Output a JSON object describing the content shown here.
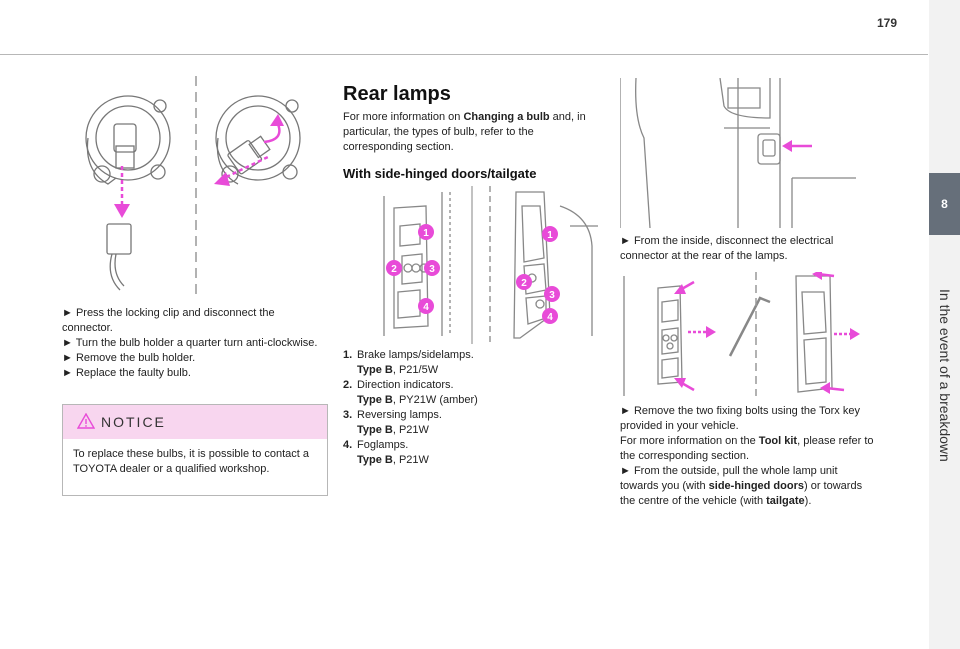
{
  "page": {
    "number": "179"
  },
  "side_tab": {
    "number": "8",
    "title": "In the event of a breakdown"
  },
  "left": {
    "steps": [
      "► Press the locking clip and disconnect the connector.",
      "► Turn the bulb holder a quarter turn anti-clockwise.",
      "► Remove the bulb holder.",
      "► Replace the faulty bulb."
    ],
    "notice": {
      "title": "NOTICE",
      "body": "To replace these bulbs, it is possible to contact a TOYOTA dealer or a qualified workshop."
    }
  },
  "middle": {
    "title": "Rear lamps",
    "intro": {
      "prefix": "For more information on ",
      "link": "Changing a bulb",
      "suffix": " and, in particular, the types of bulb, refer to the corresponding section."
    },
    "subtitle": "With side-hinged doors/tailgate",
    "callouts": [
      "1",
      "2",
      "3",
      "4"
    ],
    "lamps": [
      {
        "num": "1.",
        "name": "Brake lamps/sidelamps.",
        "type_label": "Type B",
        "bulb": ", P21/5W"
      },
      {
        "num": "2.",
        "name": "Direction indicators.",
        "type_label": "Type B",
        "bulb": ", PY21W (amber)"
      },
      {
        "num": "3.",
        "name": "Reversing lamps.",
        "type_label": "Type B",
        "bulb": ", P21W"
      },
      {
        "num": "4.",
        "name": "Foglamps.",
        "type_label": "Type B",
        "bulb": ", P21W"
      }
    ]
  },
  "right": {
    "step1": "► From the inside, disconnect the electrical connector at the rear of the lamps.",
    "step2": "► Remove the two fixing bolts using the Torx key provided in your vehicle.",
    "toolkit": {
      "prefix": "For more information on the ",
      "link": "Tool kit",
      "suffix": ", please refer to the corresponding section."
    },
    "step3": {
      "prefix": "► From the outside, pull the whole lamp unit towards you (with ",
      "bold1": "side-hinged doors",
      "middle": ") or towards the centre of the vehicle (with ",
      "bold2": "tailgate",
      "suffix": ")."
    }
  },
  "colors": {
    "accent": "#e84bd8",
    "tab": "#666f7a",
    "notice_bg": "#f8d6ef"
  }
}
